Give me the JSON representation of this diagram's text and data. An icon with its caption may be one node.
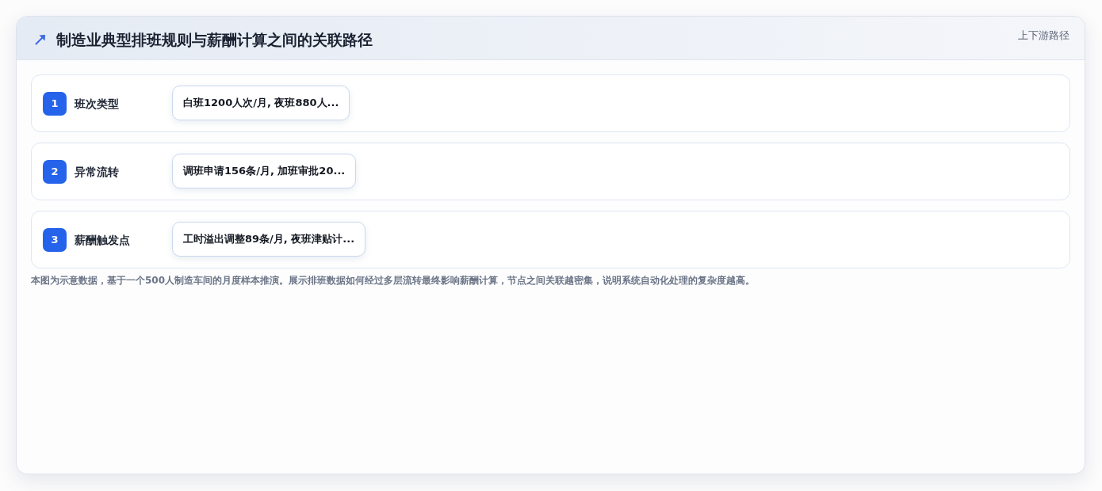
{
  "diagram": {
    "title": "制造业典型排班规则与薪酬计算之间的关联路径",
    "nodes": [
      {
        "text": [
          "班次类型"
        ]
      },
      {
        "text": [
          "1"
        ],
        "in": 0
      },
      {
        "text": [
          "白班1200人次/月, 夜班880人..."
        ],
        "in": 0
      },
      {
        "text": [
          "异常流转"
        ]
      },
      {
        "text": [
          "2"
        ],
        "in": 3
      },
      {
        "text": [
          "调班申请156条/月, 加班审批20..."
        ],
        "in": 3
      },
      {
        "text": [
          "薪酬触发点"
        ]
      },
      {
        "text": [
          "3"
        ],
        "in": 6
      },
      {
        "text": [
          "工时溢出调整89条/月, 夜班津贴计..."
        ],
        "in": 6
      }
    ],
    "labels": [
      "上下游路径"
    ],
    "caption": "本图为示意数据，基于一个500人制造车间的月度样本推演。展示排班数据如何经过多层流转最终影响薪酬计算，节点之间关联越密集，说明系统自动化处理的复杂度越高。"
  }
}
